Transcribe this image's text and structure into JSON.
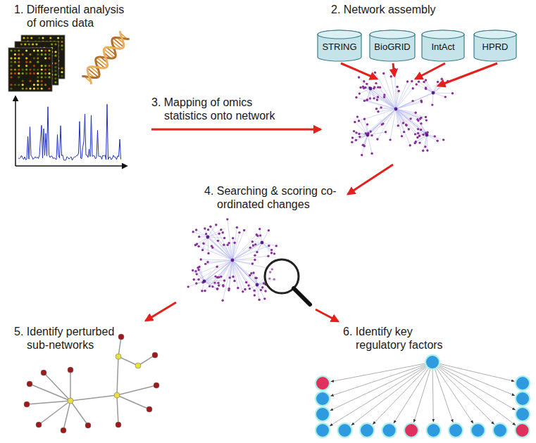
{
  "diagram": {
    "nodes": [
      {
        "text": [
          "STRING"
        ]
      },
      {
        "text": [
          "BioGRID"
        ]
      },
      {
        "text": [
          "IntAct"
        ]
      },
      {
        "text": [
          "HPRD"
        ]
      }
    ],
    "labels": [
      "1. Differential analysis of omics data",
      "2. Network assembly",
      "3. Mapping of omics statistics onto network",
      "4. Searching & scoring co-ordinated changes",
      "5. Identify perturbed sub-networks",
      "6. Identify key regulatory factors"
    ]
  }
}
